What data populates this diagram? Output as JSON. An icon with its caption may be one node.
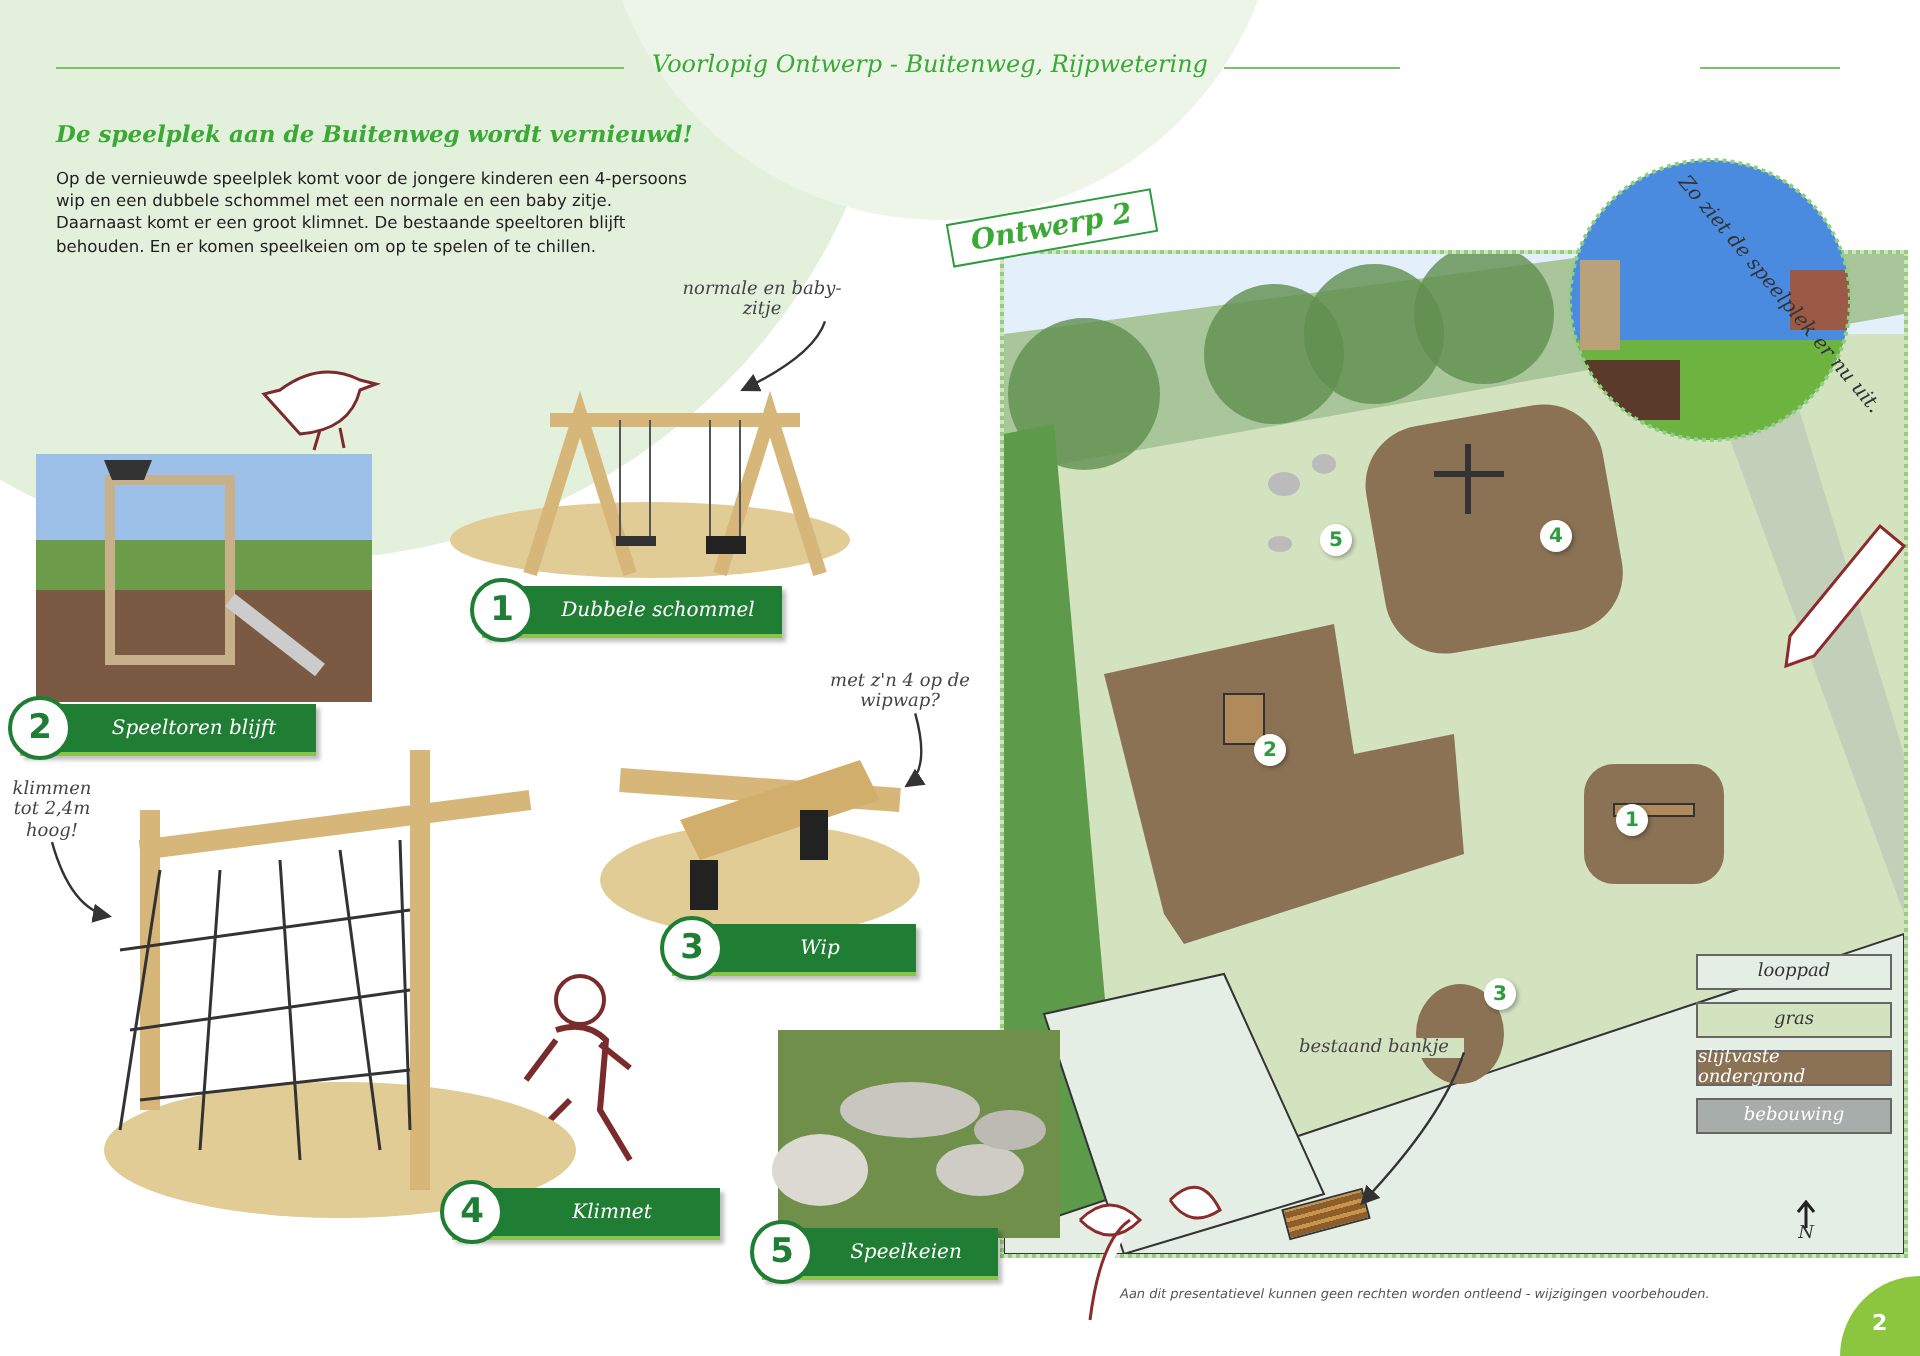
{
  "diagram": {
    "title": "Voorlopig Ontwerp - Buitenweg, Rijpwetering",
    "nodes": [
      {
        "text": [
          "normale en baby-zitje"
        ]
      },
      {
        "text": [],
        "shape": "picture"
      },
      {
        "text": [
          "1",
          "Dubbele schommel"
        ]
      },
      {
        "text": [
          "2",
          "Speeltoren blijft"
        ]
      },
      {
        "text": [
          "met z'n 4 op de wipwap?"
        ]
      },
      {
        "text": [],
        "shape": "picture"
      },
      {
        "text": [
          "3",
          "Wip"
        ]
      },
      {
        "text": [
          "klimmen tot 2,4m hoog!"
        ]
      },
      {
        "text": [],
        "shape": "picture"
      },
      {
        "text": [
          "4",
          "Klimnet"
        ]
      },
      {
        "text": [
          "5",
          "Speelkeien"
        ]
      },
      {
        "text": [
          "Ontwerp 2"
        ]
      },
      {
        "text": [
          "5"
        ],
        "in": 11
      },
      {
        "text": [
          "4"
        ],
        "in": 11
      },
      {
        "text": [
          "2"
        ],
        "in": 11
      },
      {
        "text": [
          "1"
        ],
        "in": 11
      },
      {
        "text": [
          "3"
        ],
        "in": 11
      },
      {
        "text": [
          "bestaand bankje"
        ],
        "in": 11
      },
      {
        "text": [],
        "shape": "box",
        "in": 11
      }
    ],
    "edges": [
      {
        "from": 0,
        "to": 1,
        "arrow": "to"
      },
      {
        "from": 4,
        "to": 5,
        "arrow": "to"
      },
      {
        "from": 7,
        "to": 8,
        "arrow": "to"
      },
      {
        "from": 17,
        "to": 18,
        "arrow": "to"
      }
    ],
    "labels": [
      "De speelplek aan de Buitenweg wordt vernieuwd!",
      "Op de vernieuwde speelplek komt voor de jongere kinderen een 4-persoons wip en een dubbele schommel met een normale en een baby zitje. Daarnaast komt er een groot klimnet. De bestaande speeltoren blijft behouden. En er komen speelkeien om op te spelen of te chillen.",
      "Zo ziet de speelplek er nu uit.",
      "N",
      "Aan dit presentatievel kunnen geen rechten worden ontleend - wijzigingen voorbehouden.",
      "2"
    ],
    "legend": [
      {
        "text": "looppad",
        "color": "#e4eee4"
      },
      {
        "text": "gras",
        "color": "#d3e3c0"
      },
      {
        "text": "slijtvaste ondergrond",
        "color": "#8b7254"
      },
      {
        "text": "bebouwing",
        "color": "#a6adab"
      }
    ]
  }
}
